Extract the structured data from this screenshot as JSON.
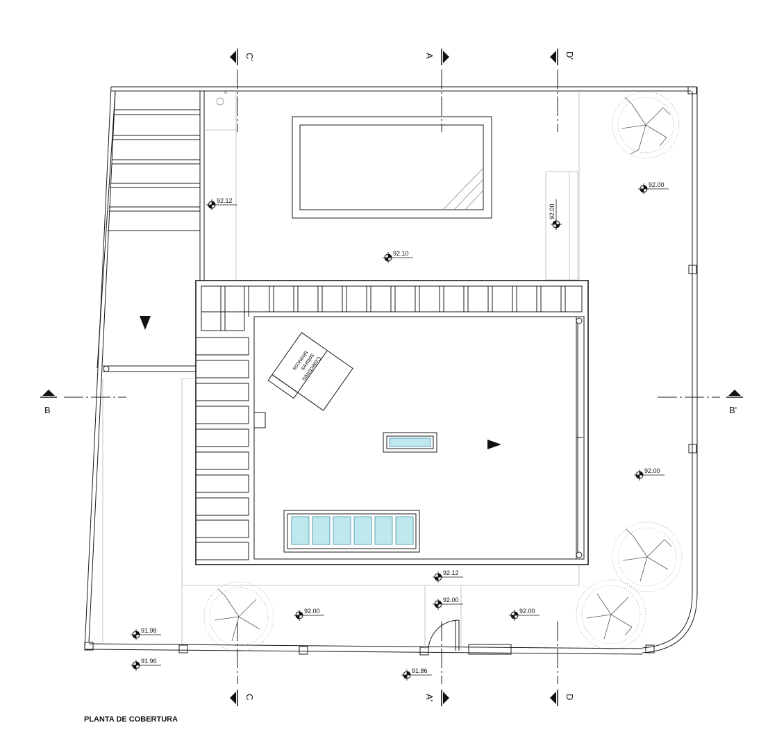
{
  "drawing": {
    "title": "PLANTA DE COBERTURA",
    "collector_label": [
      "Colectores",
      "solares",
      "térmicos"
    ]
  },
  "sections": [
    {
      "id": "A",
      "label": "A"
    },
    {
      "id": "A-prime",
      "label": "A'"
    },
    {
      "id": "B",
      "label": "B"
    },
    {
      "id": "B-prime",
      "label": "B'"
    },
    {
      "id": "C",
      "label": "C"
    },
    {
      "id": "C-prime",
      "label": "C'"
    },
    {
      "id": "D",
      "label": "D"
    },
    {
      "id": "D-prime",
      "label": "D'"
    }
  ],
  "elevations": [
    {
      "id": "e1",
      "value": "92.12"
    },
    {
      "id": "e2",
      "value": "92.10"
    },
    {
      "id": "e3",
      "value": "92.00"
    },
    {
      "id": "e4",
      "value": "92.00"
    },
    {
      "id": "e5",
      "value": "92.00"
    },
    {
      "id": "e6",
      "value": "92.12"
    },
    {
      "id": "e7",
      "value": "92.00"
    },
    {
      "id": "e8",
      "value": "92.00"
    },
    {
      "id": "e9",
      "value": "92.00"
    },
    {
      "id": "e10",
      "value": "91.98"
    },
    {
      "id": "e11",
      "value": "91.96"
    },
    {
      "id": "e12",
      "value": "91.86"
    }
  ]
}
